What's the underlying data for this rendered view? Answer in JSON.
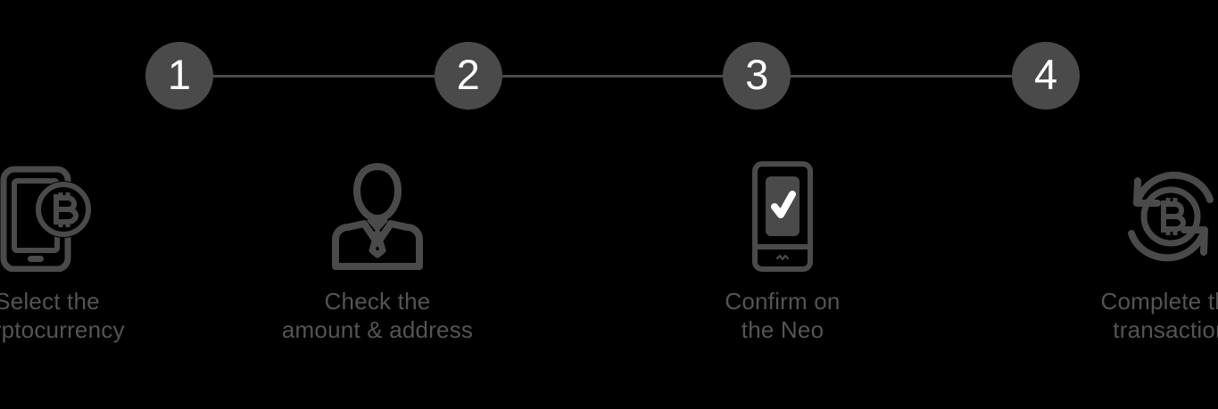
{
  "colors": {
    "background": "#000000",
    "node_fill": "#4a4a4a",
    "node_number": "#ffffff",
    "connector_line": "#4a4a4a",
    "icon_stroke": "#4a4a4a",
    "label_text": "#545454",
    "screen_fill": "#4a4a4a",
    "check_mark": "#ffffff"
  },
  "stepper": {
    "steps": [
      {
        "number": "1"
      },
      {
        "number": "2"
      },
      {
        "number": "3"
      },
      {
        "number": "4"
      }
    ]
  },
  "steps": [
    {
      "number": "1",
      "icon": "smartphone-bitcoin-icon",
      "label": "Select the\ncryptocurrency",
      "label_line1": "Select the",
      "label_line2": "cryptocurrency"
    },
    {
      "number": "2",
      "icon": "person-user-icon",
      "label": "Check the\namount & address",
      "label_line1": "Check the",
      "label_line2": "amount & address"
    },
    {
      "number": "3",
      "icon": "hardware-wallet-check-icon",
      "label": "Confirm on\nthe Neo",
      "label_line1": "Confirm on",
      "label_line2": "the Neo"
    },
    {
      "number": "4",
      "icon": "bitcoin-exchange-arrows-icon",
      "label": "Complete the\ntransaction",
      "label_line1": "Complete the",
      "label_line2": "transaction"
    }
  ]
}
